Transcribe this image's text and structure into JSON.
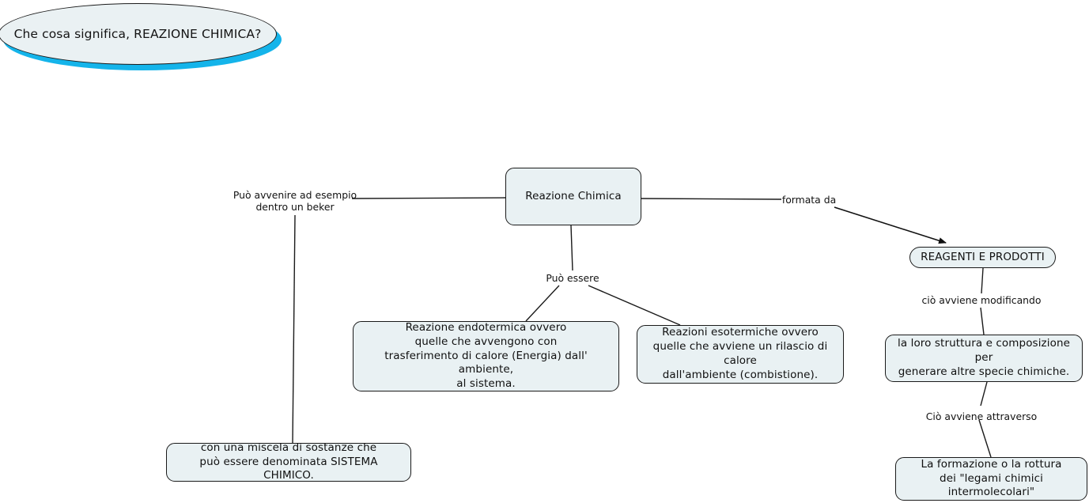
{
  "map": {
    "title": "Che cosa significa, REAZIONE CHIMICA?",
    "question_node": {
      "text": "Che cosa significa, REAZIONE CHIMICA?",
      "shape": "ellipse",
      "fill": "#eaf1f3",
      "shadow_color": "#14b4ea"
    },
    "node_fill": "#e9f1f3",
    "node_border": "#1a1a1a",
    "nodes": [
      {
        "id": "reazione-chimica",
        "text": "Reazione Chimica"
      },
      {
        "id": "reagenti-prodotti",
        "text": "REAGENTI E PRODOTTI"
      },
      {
        "id": "endotermica",
        "text": "Reazione endotermica ovvero\nquelle che avvengono con\ntrasferimento di calore (Energia) dall' ambiente,\nal sistema."
      },
      {
        "id": "esotermica",
        "text": "Reazioni esotermiche ovvero\nquelle che avviene un rilascio di calore\ndall'ambiente (combistione)."
      },
      {
        "id": "struttura-composizione",
        "text": "la loro struttura e composizione per\ngenerare altre specie chimiche."
      },
      {
        "id": "legami-chimici",
        "text": "La formazione o la rottura\ndei \"legami chimici intermolecolari\""
      },
      {
        "id": "sistema-chimico",
        "text": "con una miscela di sostanze che\npuò essere denominata SISTEMA CHIMICO."
      }
    ],
    "link_labels": [
      {
        "id": "puo-avvenire",
        "text": "Può avvenire ad esempio\ndentro un beker"
      },
      {
        "id": "formata-da",
        "text": "formata da"
      },
      {
        "id": "puo-essere",
        "text": "Può essere"
      },
      {
        "id": "cio-avviene-modificando",
        "text": "ciò avviene modificando"
      },
      {
        "id": "cio-avviene-attraverso",
        "text": "Ciò avviene attraverso"
      }
    ]
  }
}
